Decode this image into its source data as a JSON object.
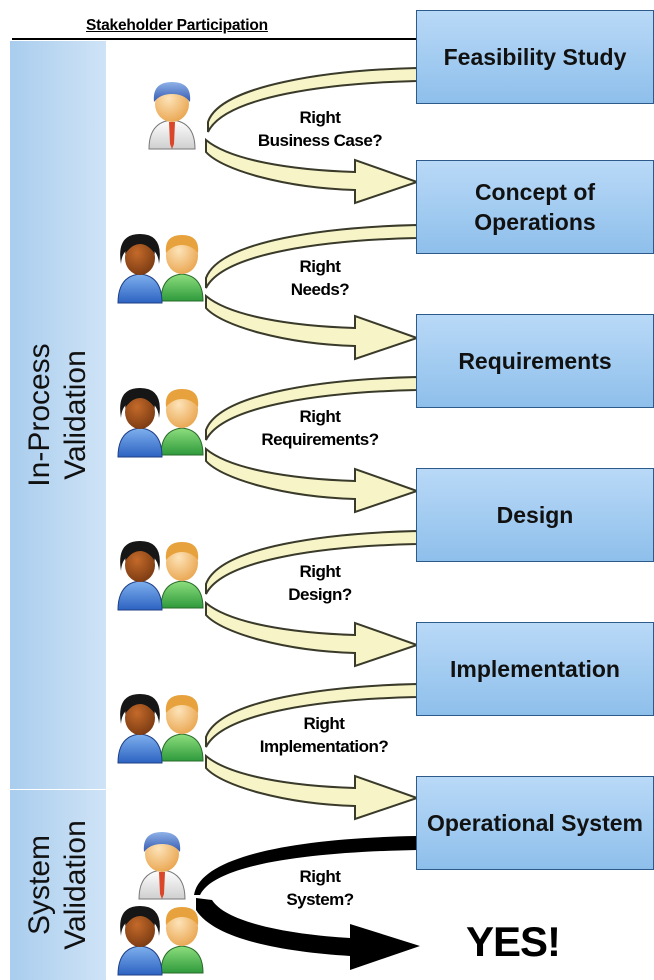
{
  "header": {
    "title": "Stakeholder Participation"
  },
  "validation": {
    "in_process": [
      "In-Process",
      "Validation"
    ],
    "system": [
      "System",
      "Validation"
    ]
  },
  "stages": [
    {
      "label": "Feasibility Study"
    },
    {
      "label": "Concept of Operations"
    },
    {
      "label": "Requirements"
    },
    {
      "label": "Design"
    },
    {
      "label": "Implementation"
    },
    {
      "label": "Operational System"
    }
  ],
  "questions": [
    {
      "line1": "Right",
      "line2": "Business Case?"
    },
    {
      "line1": "Right",
      "line2": "Needs?"
    },
    {
      "line1": "Right",
      "line2": "Requirements?"
    },
    {
      "line1": "Right",
      "line2": "Design?"
    },
    {
      "line1": "Right",
      "line2": "Implementation?"
    },
    {
      "line1": "Right",
      "line2": "System?"
    }
  ],
  "result": {
    "label": "YES!"
  },
  "colors": {
    "band": "#b6d6f2",
    "box": "#9fcbf1",
    "arrow_fill": "#f7f5c8",
    "arrow_stroke": "#3a3a2a",
    "final_arrow": "#000000"
  },
  "icons": [
    "stakeholder-icon",
    "stakeholder-group-icon"
  ]
}
